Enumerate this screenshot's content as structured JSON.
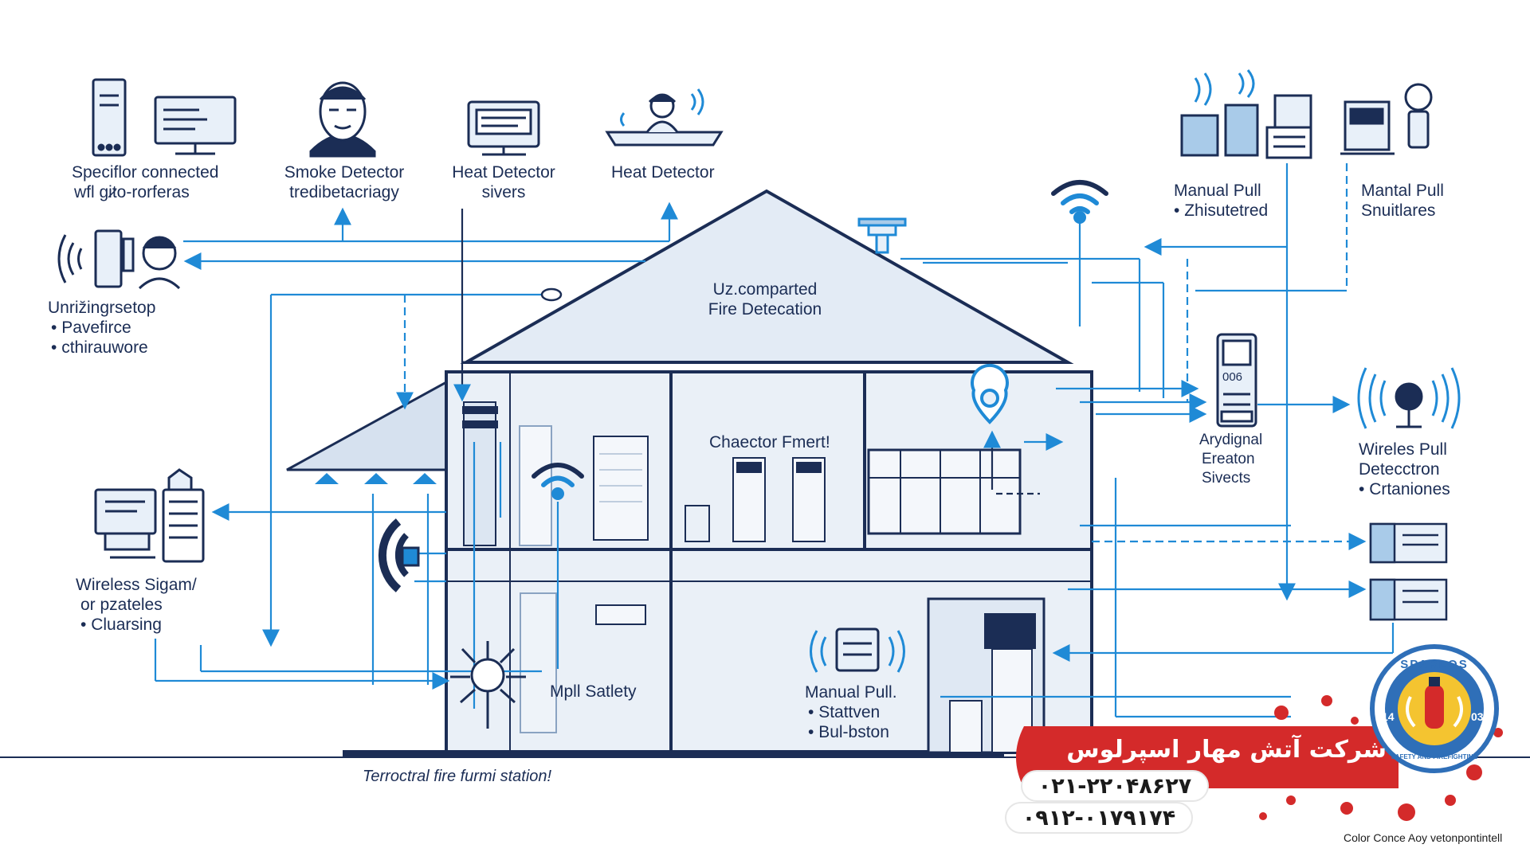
{
  "labels": {
    "top1": [
      "Speciflor connected",
      "wfl gi̷to-rorferas"
    ],
    "top2": [
      "Smoke Detector",
      "tredibetacriagy"
    ],
    "top3": [
      "Heat Detector",
      "sivers"
    ],
    "top4": [
      "Heat Detector"
    ],
    "topright1": [
      "Manual Pull",
      "Zhisutetred"
    ],
    "topright2": [
      "Mantal Pull",
      "Snuitlares"
    ],
    "left1": [
      "Unriz̆ingrsetop",
      "Pavefirce",
      "cthirauwore"
    ],
    "left2": [
      "Wireless Sigam/",
      "or pzateles",
      "Cluarsing"
    ],
    "roof": [
      "Uz.comparted",
      "Fire Detecation"
    ],
    "room": "Chaector Fmert!",
    "right1": [
      "Arydignal",
      "Ereaton",
      "Sivects"
    ],
    "right2": [
      "Wireles Pull",
      "Detecctron",
      "Crtaniones"
    ],
    "mid1": "Mpll Satlety",
    "mid2": [
      "Manual Pull.",
      "Stattven",
      "Bul-bston"
    ],
    "footer": "Terroctral fire furmi station!",
    "panel_digits": "006"
  },
  "brand": {
    "company": "شرکت آتش مهار اسپرلوس",
    "phone1": "۰۲۱-۲۲۰۴۸۶۲۷",
    "phone2": "۰۹۱۲-۰۱۷۹۱۷۴",
    "badge_name": "SPARLOS",
    "badge_left": "14",
    "badge_right": "03",
    "badge_sub": "SAFETY AND FIREFIGHTING",
    "watermark": "Color Conce Aoy vetonpontintell"
  },
  "colors": {
    "line": "#1f8ad6",
    "navy": "#1b2d55",
    "house_fill": "#e8eef6",
    "roof_fill": "#e3ebf5",
    "brand_red": "#d42a2a",
    "badge_blue": "#2f6fb8"
  }
}
